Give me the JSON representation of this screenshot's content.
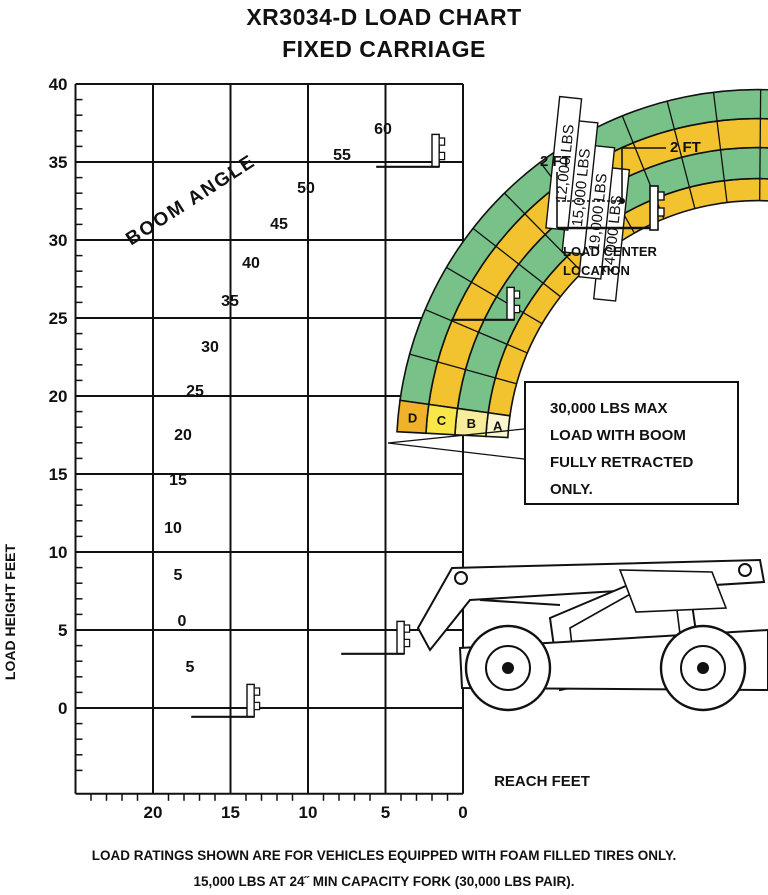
{
  "title": {
    "line1": "XR3034-D LOAD CHART",
    "line2": "FIXED CARRIAGE"
  },
  "axes": {
    "y_label": "LOAD HEIGHT FEET",
    "x_label": "REACH FEET",
    "y_ticks": [
      "0",
      "5",
      "10",
      "15",
      "20",
      "25",
      "30",
      "35",
      "40"
    ],
    "x_ticks": [
      "20",
      "15",
      "10",
      "5",
      "0"
    ]
  },
  "boom_angle": {
    "label": "BOOM ANGLE",
    "values": [
      "60",
      "55",
      "50",
      "45",
      "40",
      "35",
      "30",
      "25",
      "20",
      "15",
      "10",
      "5",
      "0",
      "5"
    ]
  },
  "zones": [
    {
      "letter": "A",
      "capacity": "24,000 LBS",
      "color": "#f3c22f"
    },
    {
      "letter": "B",
      "capacity": "19,000 LBS",
      "color": "#78c28a"
    },
    {
      "letter": "C",
      "capacity": "15,000 LBS",
      "color": "#f3c22f"
    },
    {
      "letter": "D",
      "capacity": "12,000 LBS",
      "color": "#78c28a"
    }
  ],
  "zone_letter_colors": {
    "A": "#fbf6d0",
    "B": "#f6ec9c",
    "C": "#f9e64a",
    "D": "#f0b22a"
  },
  "load_center": {
    "label_h": "2 FT",
    "label_v": "2 FT",
    "caption1": "LOAD CENTER",
    "caption2": "LOCATION"
  },
  "note": {
    "line1": "30,000 LBS MAX",
    "line2": "LOAD WITH BOOM",
    "line3": "FULLY RETRACTED",
    "line4": "ONLY."
  },
  "footer": {
    "line1": "LOAD RATINGS SHOWN ARE FOR VEHICLES EQUIPPED WITH FOAM FILLED TIRES ONLY.",
    "line2": "15,000 LBS AT 24˝ MIN CAPACITY FORK (30,000 LBS PAIR)."
  }
}
